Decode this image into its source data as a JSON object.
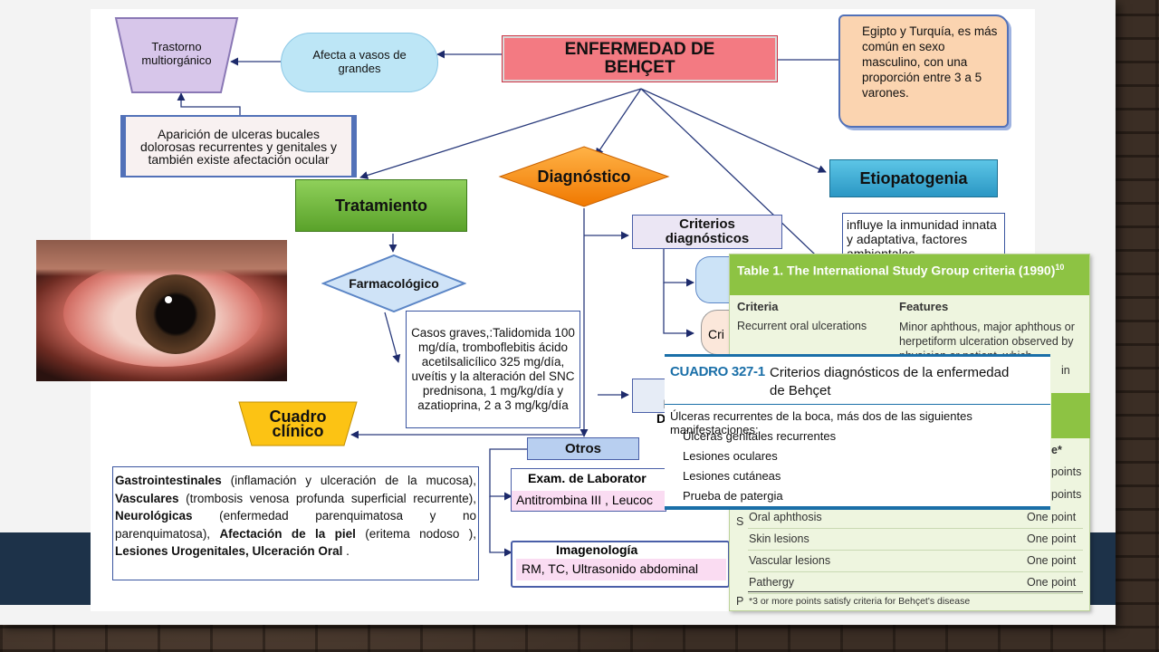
{
  "title": "ENFERMEDAD DE BEHÇET",
  "nodes": {
    "trastorno": "Trastorno multiorgánico",
    "vasos": "Afecta a vasos de grandes",
    "epidemio": "Egipto y Turquía, es más común en sexo masculino, con una proporción entre 3 a 5 varones.",
    "ulceras": "Aparición de ulceras bucales dolorosas recurrentes y genitales y también existe afectación ocular",
    "tratamiento": "Tratamiento",
    "diagnostico": "Diagnóstico",
    "etiopatogenia": "Etiopatogenia",
    "etio_text": "influye la inmunidad innata y adaptativa, factores ambientales",
    "farmacologico": "Farmacológico",
    "farma_text": "Casos graves,:Talidomida 100 mg/día, tromboflebitis ácido acetilsalicílico 325 mg/día, uveítis y la alteración del SNC prednisona, 1 mg/kg/día y azatioprina, 2 a 3 mg/kg/día",
    "criterios": "Criterios diagnósticos",
    "crit_partial": "Cri",
    "dd_partial": "D\nD",
    "cuadro_clinico": "Cuadro clínico",
    "otros": "Otros",
    "lab_title": "Exam. de Laborator",
    "lab_text": "Antitrombina III , Leucoc",
    "imagen_title": "Imagenología",
    "imagen_text": "RM, TC, Ultrasonido abdominal",
    "clinico_text": [
      {
        "b": "Gastrointestinales",
        "t": " (inflamación y ulceración de la mucosa), "
      },
      {
        "b": "Vasculares",
        "t": " (trombosis venosa profunda superficial recurrente), "
      },
      {
        "b": "Neurológicas",
        "t": " (enfermedad parenquimatosa y no parenquimatosa), "
      },
      {
        "b": "Afectación de la piel",
        "t": " (eritema nodoso ), "
      },
      {
        "b": "Lesiones Urogenitales, Ulceración Oral",
        "t": " ."
      }
    ]
  },
  "table1": {
    "title": "Table 1. The International Study Group criteria (1990)",
    "ref": "10",
    "col1": "Criteria",
    "col2": "Features",
    "row1_c1": "Recurrent oral ulcerations",
    "row1_c2": "Minor aphthous, major aphthous or herpetiform ulceration observed by physician or patient, which",
    "row1_partial": "in",
    "side_partial_1": "e*",
    "side_partial_2": "points",
    "side_partial_3": "points",
    "left_partial_1": "S",
    "left_partial_2": "P",
    "points": [
      {
        "item": "Oral aphthosis",
        "score": "One point"
      },
      {
        "item": "Skin lesions",
        "score": "One point"
      },
      {
        "item": "Vascular lesions",
        "score": "One point"
      },
      {
        "item": "Pathergy",
        "score": "One point"
      }
    ],
    "footnote": "*3 or more points satisfy criteria for Behçet's disease"
  },
  "cuadro": {
    "code": "CUADRO 327-1",
    "title": "Criterios diagnósticos de la enfermedad de Behçet",
    "intro": "Úlceras recurrentes de la boca, más dos de las siguientes manifestaciones:",
    "items": [
      "Úlceras genitales recurrentes",
      "Lesiones oculares",
      "Lesiones cutáneas",
      "Prueba de patergia"
    ]
  }
}
